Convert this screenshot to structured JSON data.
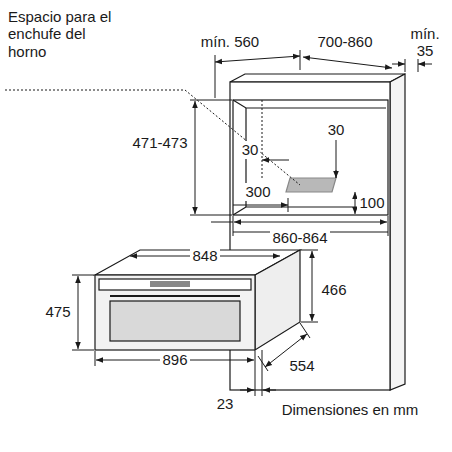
{
  "diagram": {
    "labels": [
      "Espacio para el enchufe del horno",
      "mín. 560",
      "700-860",
      "mín. 35",
      "471-473",
      "30",
      "30",
      "300",
      "100",
      "860-864",
      "848",
      "475",
      "466",
      "896",
      "554",
      "23",
      "Dimensiones en mm"
    ]
  }
}
